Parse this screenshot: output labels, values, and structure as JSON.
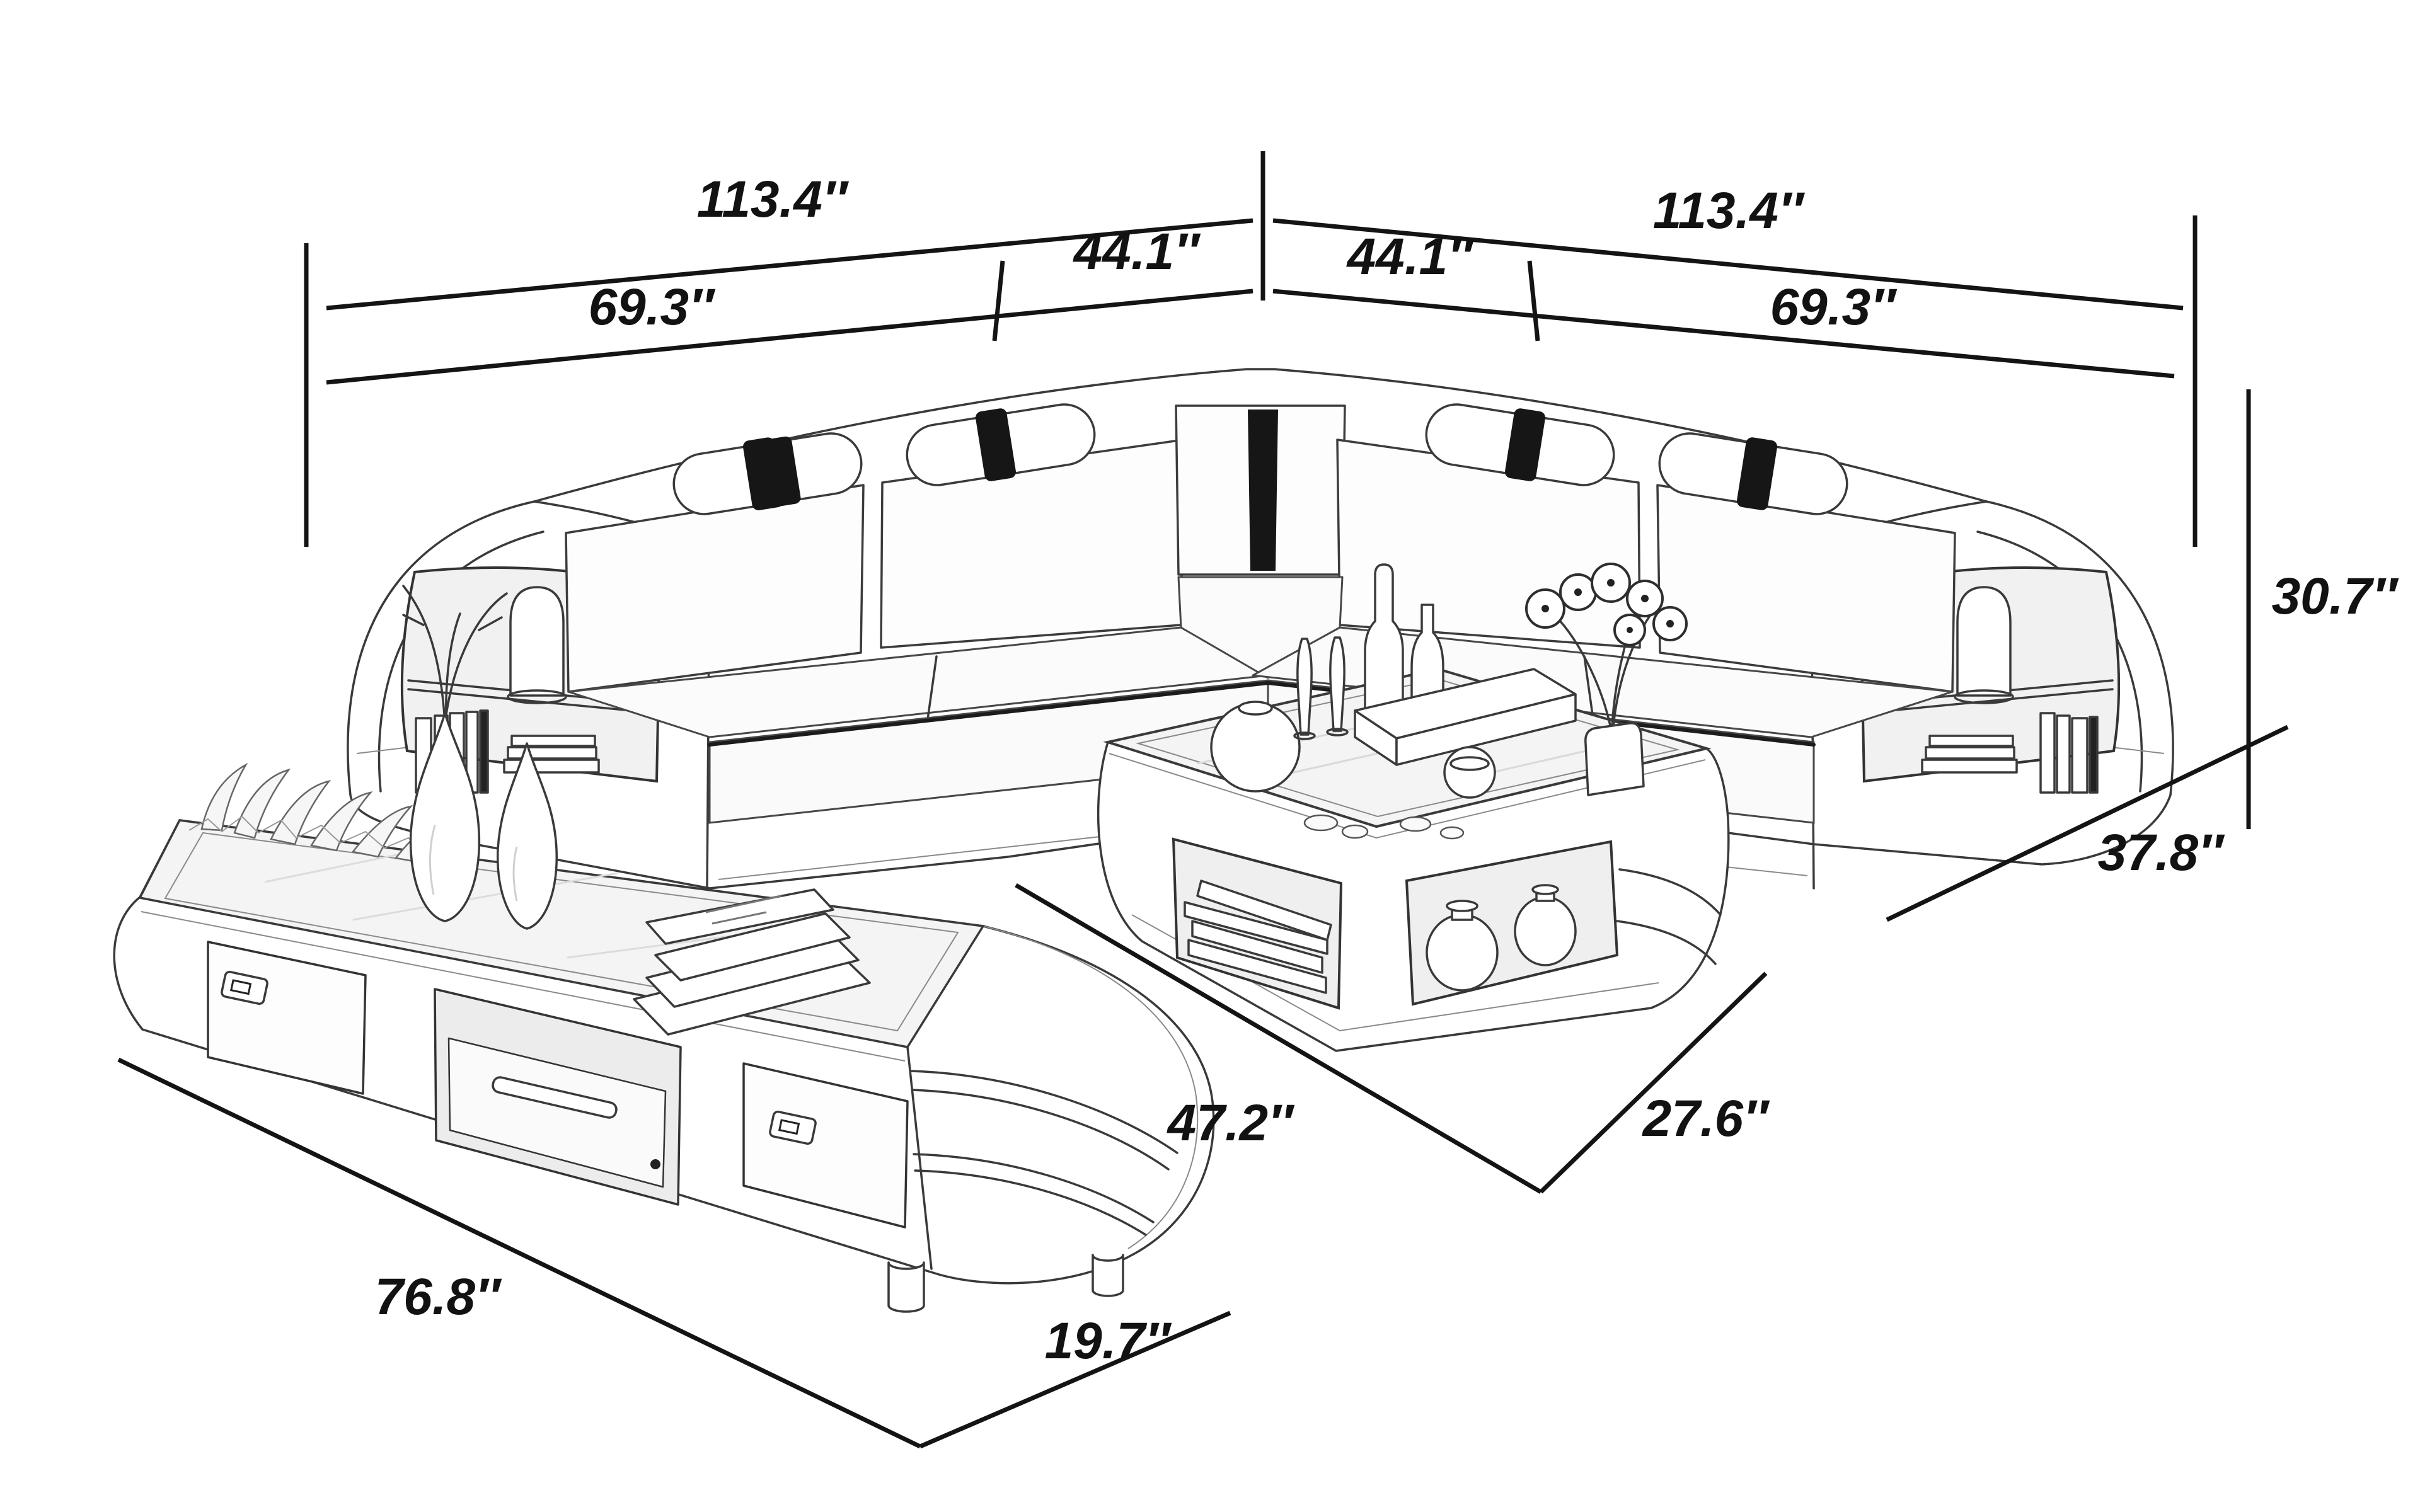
{
  "figure": {
    "background": "#ffffff",
    "ink_color": "#141414",
    "sketch_color": "#3a3a3a",
    "accent_color": "#161616"
  },
  "labels": {
    "sofa_left_total": "113.4″",
    "sofa_left_section": "69.3″",
    "sofa_left_corner": "44.1″",
    "sofa_right_total": "113.4″",
    "sofa_right_corner": "44.1″",
    "sofa_right_section": "69.3″",
    "sofa_height": "30.7″",
    "sofa_depth": "37.8″",
    "coffee_table_length": "47.2″",
    "coffee_table_depth": "27.6″",
    "tv_stand_length": "76.8″",
    "tv_stand_depth": "19.7″"
  }
}
